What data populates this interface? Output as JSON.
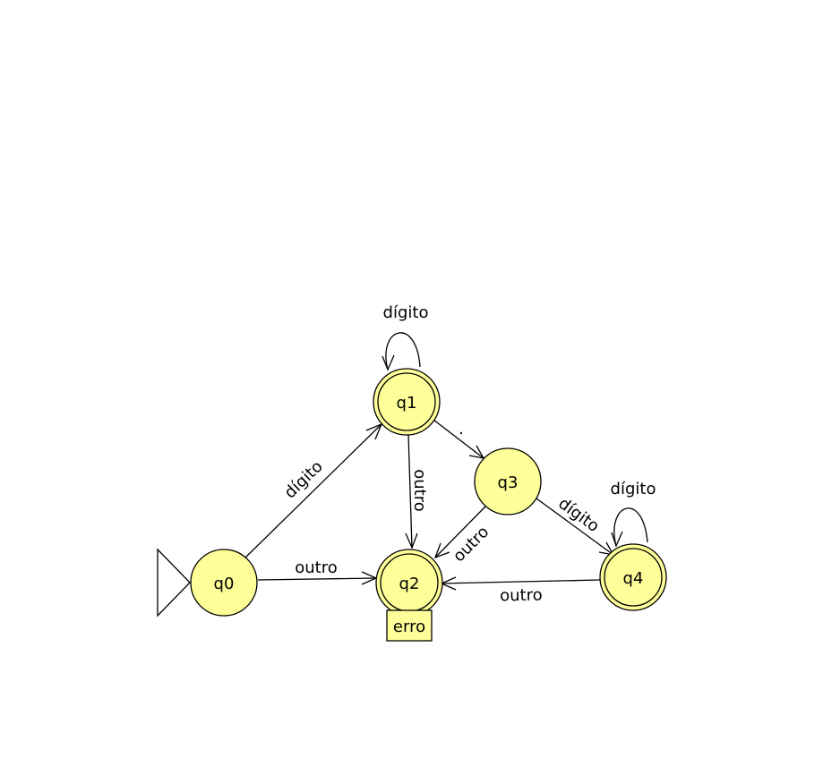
{
  "diagram": {
    "type": "finite-automaton",
    "colors": {
      "state_fill": "#ffff99",
      "stroke": "#000000",
      "background": "#ffffff"
    },
    "states": [
      {
        "id": "q0",
        "label": "q0",
        "initial": true,
        "final": false
      },
      {
        "id": "q1",
        "label": "q1",
        "initial": false,
        "final": true
      },
      {
        "id": "q2",
        "label": "q2",
        "initial": false,
        "final": true
      },
      {
        "id": "q3",
        "label": "q3",
        "initial": false,
        "final": false
      },
      {
        "id": "q4",
        "label": "q4",
        "initial": false,
        "final": true
      }
    ],
    "transitions": [
      {
        "from": "q0",
        "to": "q1",
        "label": "dígito"
      },
      {
        "from": "q0",
        "to": "q2",
        "label": "outro"
      },
      {
        "from": "q1",
        "to": "q1",
        "label": "dígito"
      },
      {
        "from": "q1",
        "to": "q2",
        "label": "outro"
      },
      {
        "from": "q1",
        "to": "q3",
        "label": "."
      },
      {
        "from": "q3",
        "to": "q2",
        "label": "outro"
      },
      {
        "from": "q3",
        "to": "q4",
        "label": "dígito"
      },
      {
        "from": "q4",
        "to": "q4",
        "label": "dígito"
      },
      {
        "from": "q4",
        "to": "q2",
        "label": "outro"
      }
    ],
    "notes": [
      {
        "state": "q2",
        "text": "erro"
      }
    ]
  }
}
